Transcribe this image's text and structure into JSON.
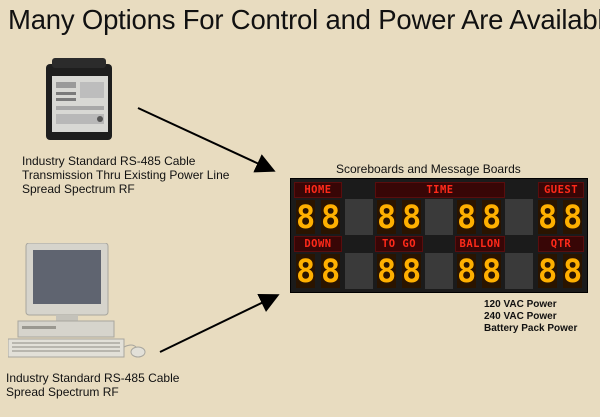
{
  "title": "Many Options For Control and Power Are Available",
  "controller_caption": [
    "Industry Standard RS-485 Cable",
    "Transmission Thru Existing Power Line",
    "Spread Spectrum RF"
  ],
  "computer_caption": [
    "Industry Standard RS-485 Cable",
    "Spread Spectrum RF"
  ],
  "scoreboard": {
    "title": "Scoreboards and Message Boards",
    "labels": {
      "home": "HOME",
      "time": "TIME",
      "guest": "GUEST",
      "down": "DOWN",
      "to_go": "TO GO",
      "ballon": "BALLON",
      "qtr": "QTR"
    },
    "digit_glyph": "8",
    "colors": {
      "led_red": "#ff2a1a",
      "led_amber": "#ffb000",
      "board": "#1b1b1b"
    }
  },
  "power_options": [
    "120 VAC Power",
    "240 VAC Power",
    "Battery Pack Power"
  ],
  "icons": [
    "controller-icon",
    "computer-icon",
    "arrow-icon"
  ]
}
